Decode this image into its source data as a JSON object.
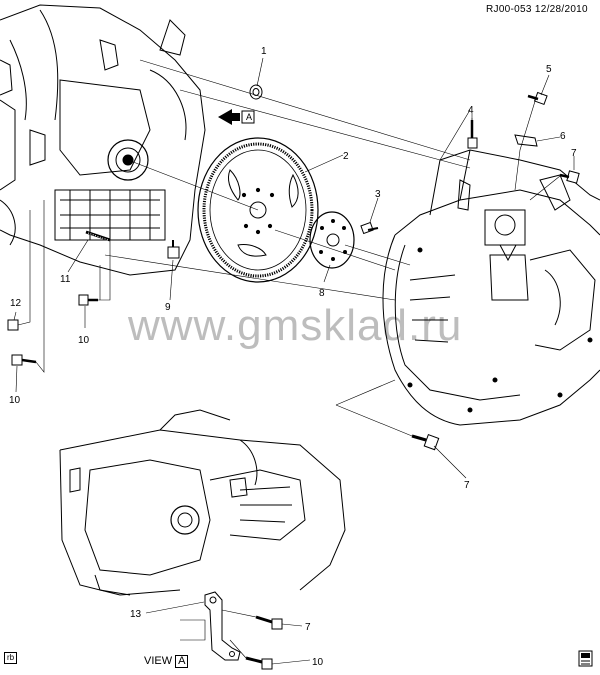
{
  "header": {
    "ref_code": "RJ00-053",
    "date": "12/28/2010"
  },
  "watermark": "www.gmsklad.ru",
  "view_label": {
    "text": "VIEW",
    "tag": "A"
  },
  "arrow_tag": "A",
  "corner_tag": "rb",
  "callouts": [
    "1",
    "2",
    "3",
    "4",
    "5",
    "6",
    "7",
    "7",
    "8",
    "9",
    "10",
    "10",
    "11",
    "12",
    "13",
    "7",
    "10"
  ]
}
